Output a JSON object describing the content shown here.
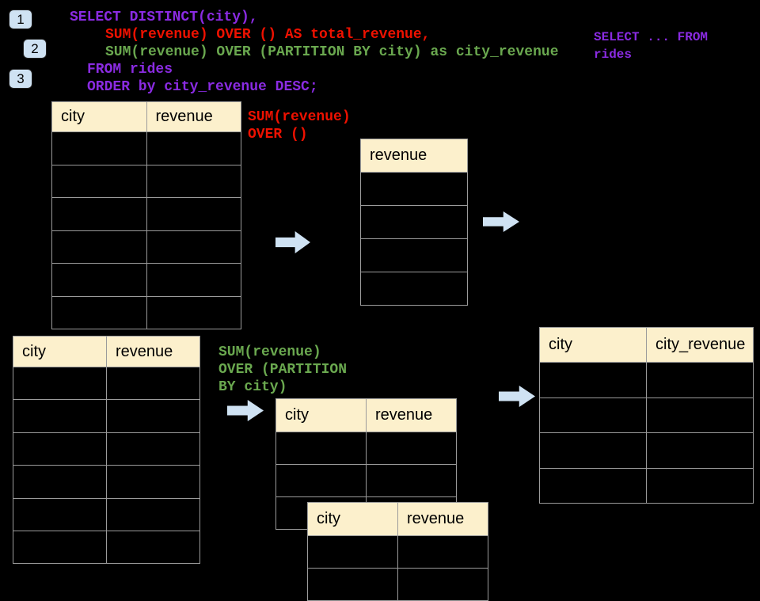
{
  "colors": {
    "background": "#000000",
    "sql_purple": "#8A2BE2",
    "sql_red": "#EE1100",
    "sql_green": "#6AA84F",
    "table_header_bg": "#FCF0CC",
    "table_border": "#9B9B9B",
    "arrow_fill": "#CFE2F3",
    "badge_bg": "#CFE2F3"
  },
  "badges": {
    "one": "1",
    "two": "2",
    "three": "3"
  },
  "code": {
    "line1": "SELECT DISTINCT(city),",
    "line2": "SUM(revenue) OVER () AS total_revenue,",
    "line3": "SUM(revenue) OVER (PARTITION BY city) as city_revenue",
    "line4": "FROM rides",
    "line5": "ORDER by city_revenue DESC;"
  },
  "side_note": {
    "line1": "SELECT ... FROM",
    "line2": "rides"
  },
  "labels": {
    "total_line1": "SUM(revenue)",
    "total_line2": "OVER ()",
    "partition_line1": "SUM(revenue)",
    "partition_line2": "OVER (PARTITION",
    "partition_line3": "BY city)"
  },
  "tables": {
    "source_top": {
      "headers": [
        "city",
        "revenue"
      ],
      "body_rows": 6
    },
    "total_result": {
      "headers": [
        "revenue"
      ],
      "body_rows": 4
    },
    "source_bottom": {
      "headers": [
        "city",
        "revenue"
      ],
      "body_rows": 6
    },
    "partition_mid": {
      "headers": [
        "city",
        "revenue"
      ],
      "body_rows": 3
    },
    "partition_overlay": {
      "headers": [
        "city",
        "revenue"
      ],
      "body_rows": 2
    },
    "city_revenue_result": {
      "headers": [
        "city",
        "city_revenue"
      ],
      "body_rows": 4
    }
  }
}
